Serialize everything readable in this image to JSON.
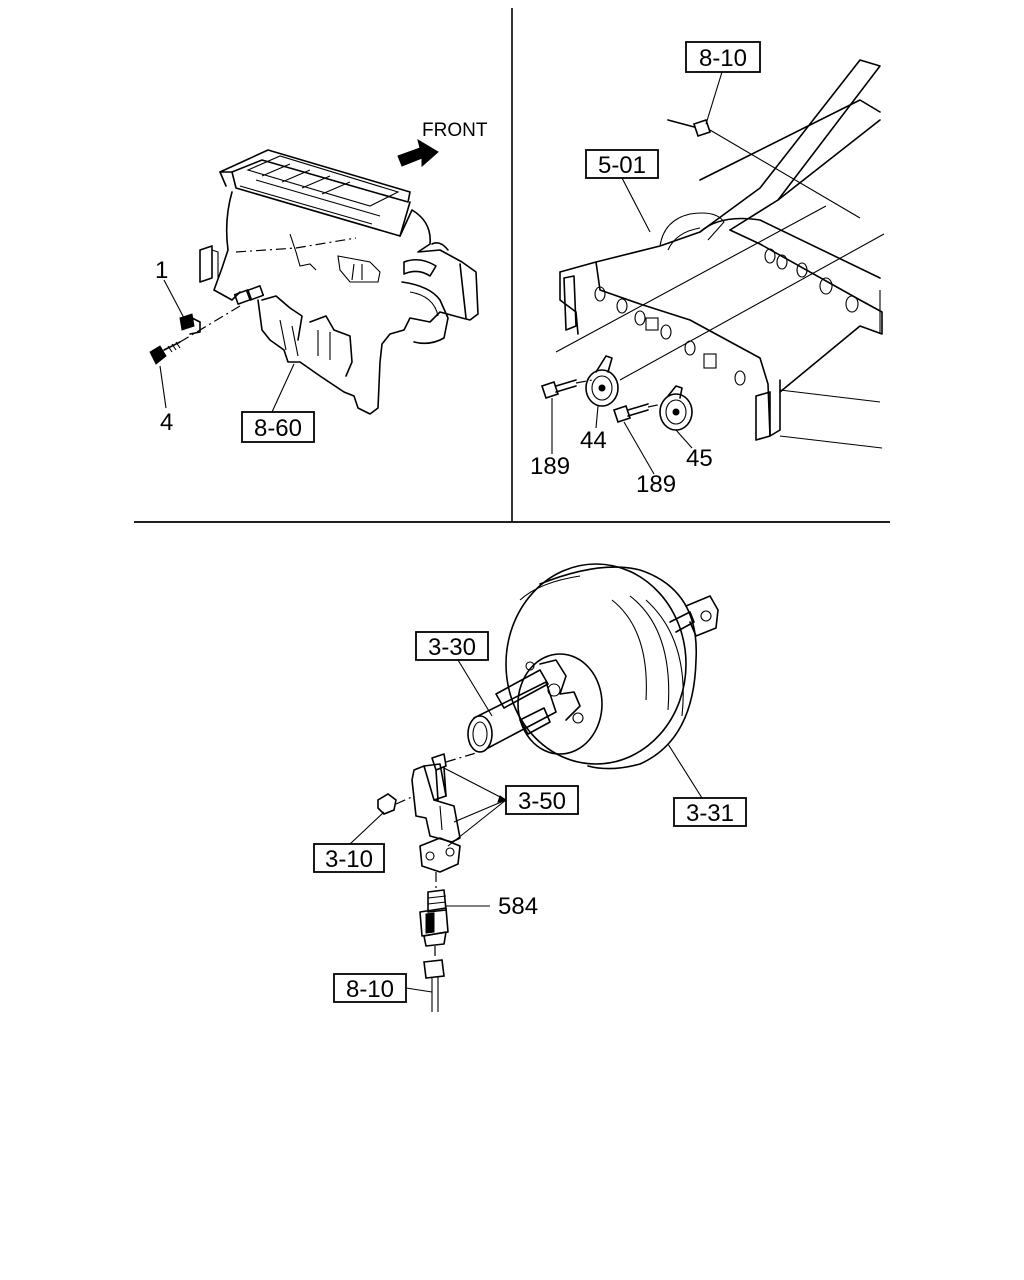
{
  "top_left": {
    "direction_label": "FRONT",
    "callouts": {
      "c1": "1",
      "c4": "4"
    },
    "refs": {
      "r860": "8-60"
    }
  },
  "top_right": {
    "refs": {
      "r810": "8-10",
      "r501": "5-01"
    },
    "callouts": {
      "c44": "44",
      "c45": "45",
      "c189a": "189",
      "c189b": "189"
    }
  },
  "bottom": {
    "refs": {
      "r330": "3-30",
      "r350": "3-50",
      "r331": "3-31",
      "r310": "3-10",
      "r810": "8-10"
    },
    "callouts": {
      "c584": "584"
    }
  }
}
